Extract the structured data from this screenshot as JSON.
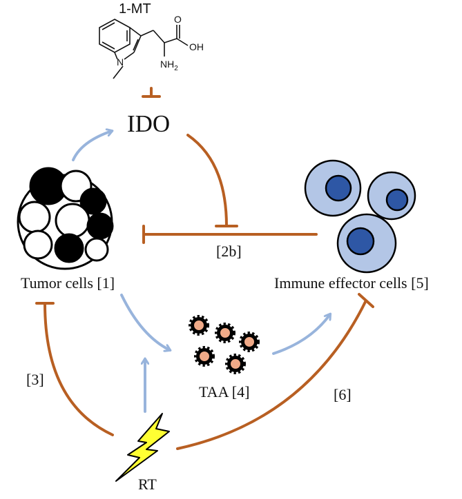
{
  "compound": {
    "name": "1-MT",
    "group_oh": "OH",
    "group_o": "O",
    "group_n": "N",
    "group_nh2": "NH",
    "group_nh2_sub": "2"
  },
  "nodes": {
    "ido": "IDO",
    "tumor": "Tumor cells [1]",
    "effector": "Immune effector cells [5]",
    "taa": "TAA [4]",
    "rt": "RT"
  },
  "edge_labels": {
    "e2b": "[2b]",
    "e3": "[3]",
    "e6": "[6]"
  },
  "colors": {
    "activation": "#98b4dc",
    "inhibition": "#b85f22",
    "cell_outer": "#b3c6e6",
    "cell_nucleus": "#2e57a5",
    "taa_fill": "#f0aa88",
    "bolt": "#ffff33"
  }
}
